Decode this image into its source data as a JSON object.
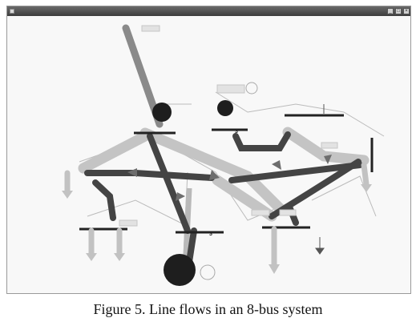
{
  "window": {
    "title": "",
    "controls": {
      "minimize": "_",
      "maximize": "□",
      "close": "×"
    }
  },
  "diagram": {
    "bus_labels": {
      "bus_a": "3",
      "bus_b": "3"
    }
  },
  "caption": "Figure  5.  Line flows in an 8-bus system"
}
